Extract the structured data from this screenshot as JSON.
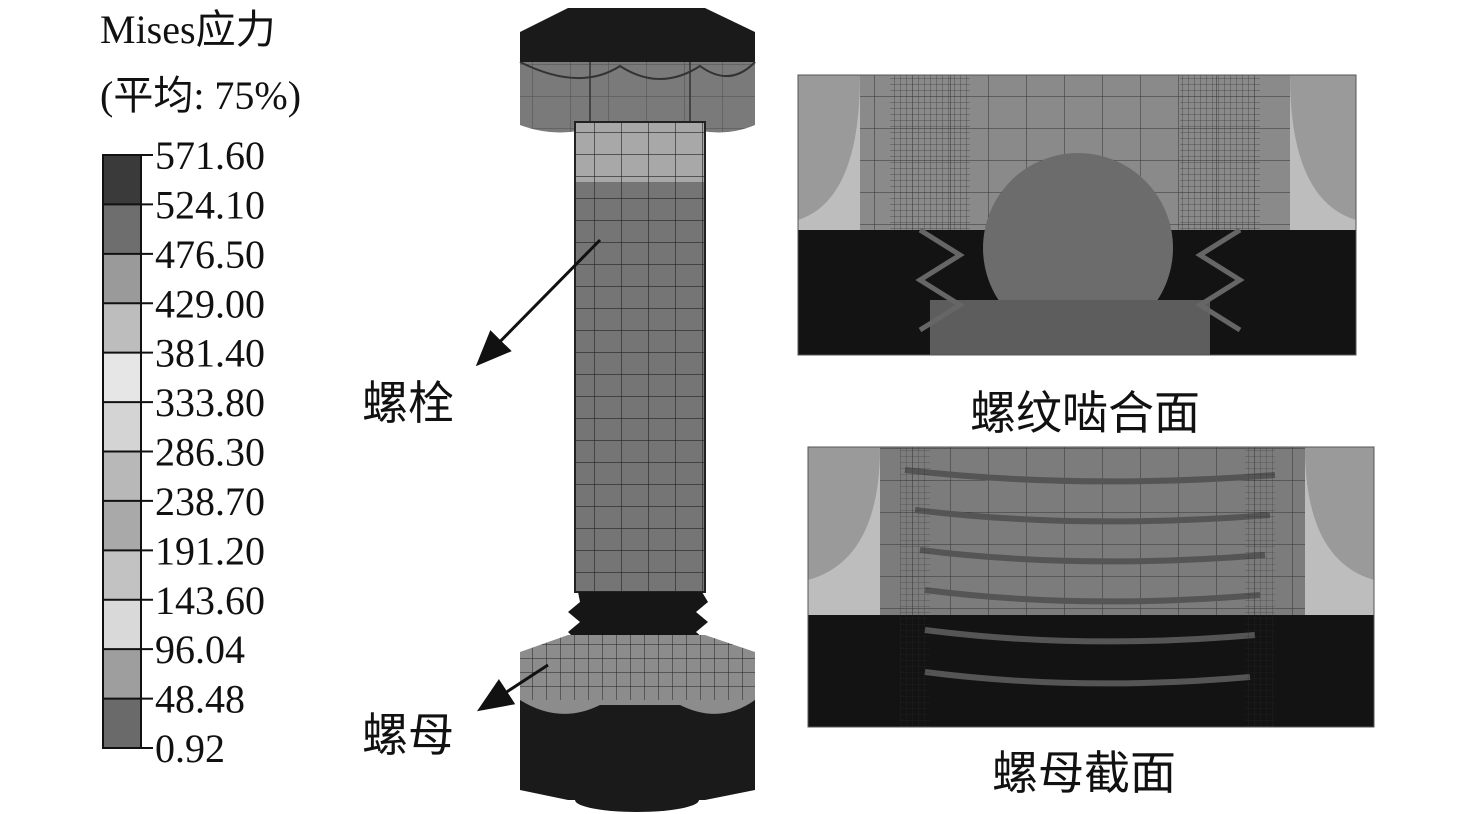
{
  "legend": {
    "title_line1": "Mises应力",
    "title_line2": "(平均: 75%)",
    "values": [
      "571.60",
      "524.10",
      "476.50",
      "429.00",
      "381.40",
      "333.80",
      "286.30",
      "238.70",
      "191.20",
      "143.60",
      "96.04",
      "48.48",
      "0.92"
    ],
    "colors": [
      "#3a3a3a",
      "#6e6e6e",
      "#9a9a9a",
      "#bdbdbd",
      "#e6e6e6",
      "#d4d4d4",
      "#b8b8b8",
      "#a9a9a9",
      "#c2c2c2",
      "#d9d9d9",
      "#9e9e9e",
      "#6a6a6a",
      "#121212"
    ]
  },
  "labels": {
    "bolt": "螺栓",
    "nut": "螺母",
    "thread_face": "螺纹啮合面",
    "nut_section": "螺母截面"
  },
  "colors": {
    "mesh_line": "#2a2a2a",
    "dark": "#151515",
    "mid": "#6f6f6f",
    "light": "#bcbcbc"
  }
}
